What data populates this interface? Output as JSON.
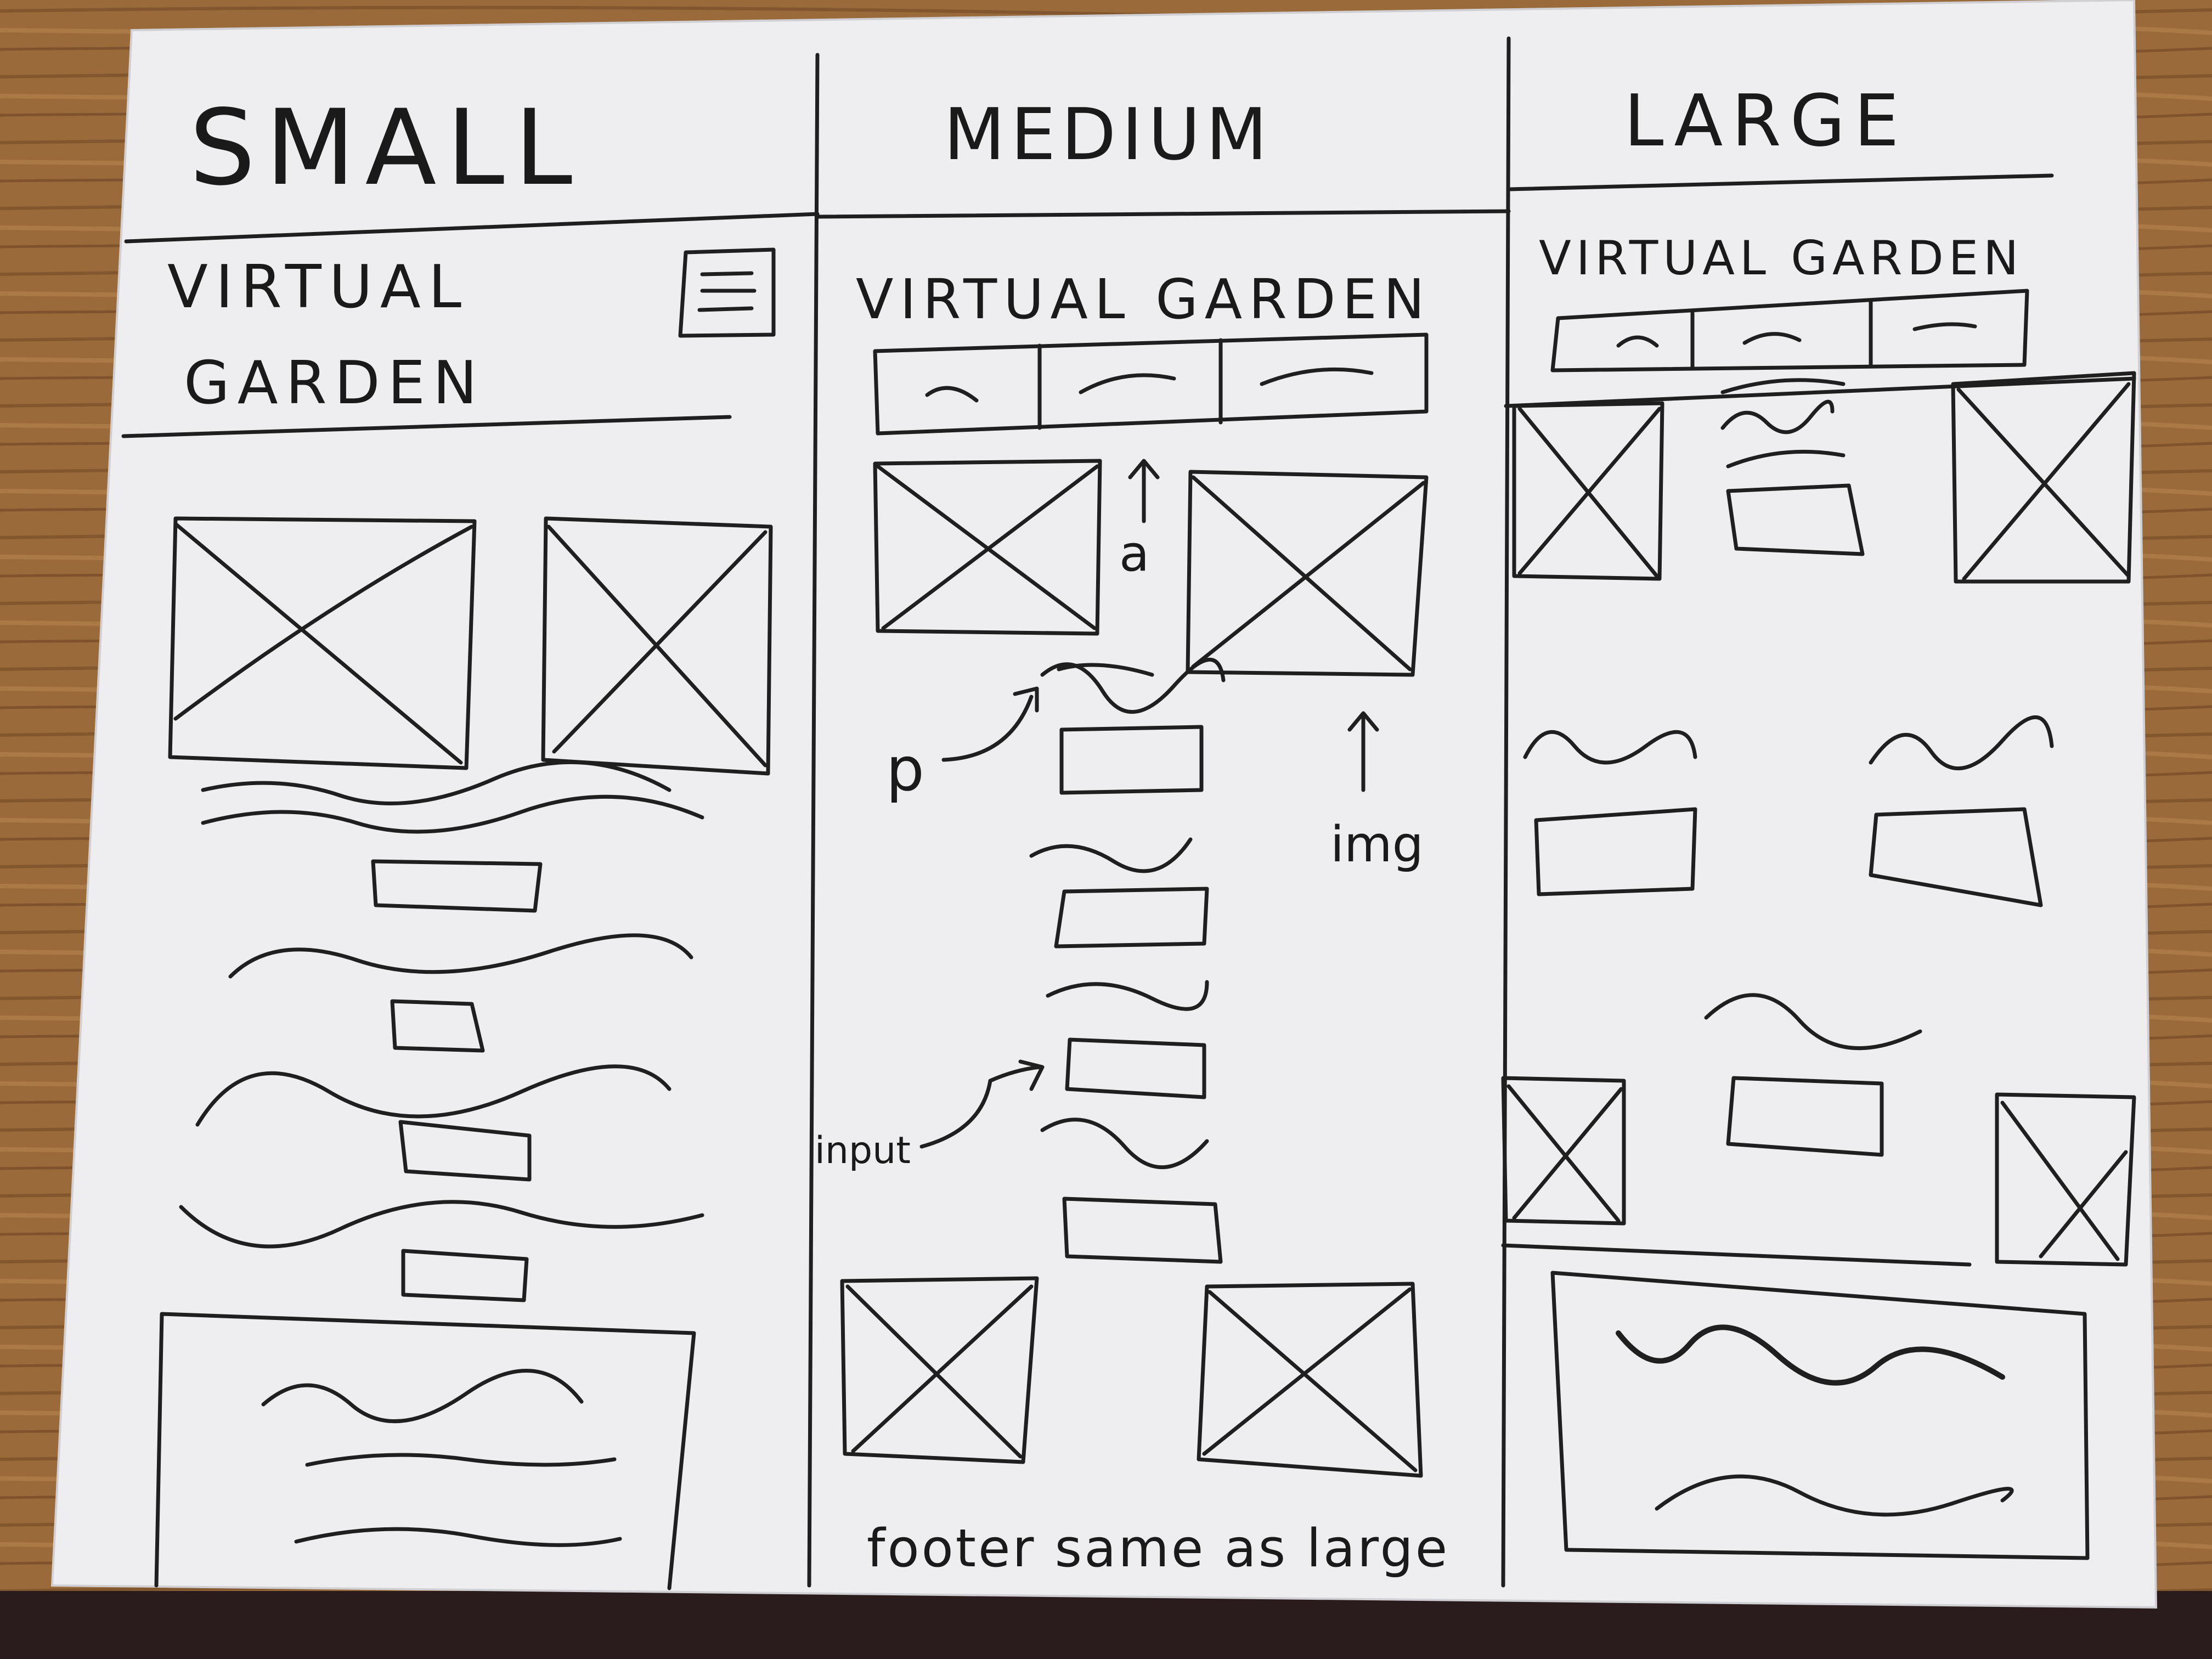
{
  "photo": {
    "subject": "Hand-drawn responsive website wireframe on paper",
    "colors": {
      "table": "#9a6a3a",
      "table_dark": "#6e4523",
      "paper": "#eeeef0",
      "pencil": "#1f1f1f",
      "floor": "#2a1c1c"
    }
  },
  "columns": {
    "small": {
      "heading": "SMALL",
      "site_title_line1": "VIRTUAL",
      "site_title_line2": "GARDEN",
      "menu_icon": "hamburger-menu-icon"
    },
    "medium": {
      "heading": "MEDIUM",
      "site_title": "VIRTUAL GARDEN",
      "annotations": {
        "a": "a",
        "p": "p",
        "img": "img",
        "input": "input"
      },
      "footer_note": "footer same as large"
    },
    "large": {
      "heading": "LARGE",
      "site_title": "VIRTUAL GARDEN"
    }
  }
}
